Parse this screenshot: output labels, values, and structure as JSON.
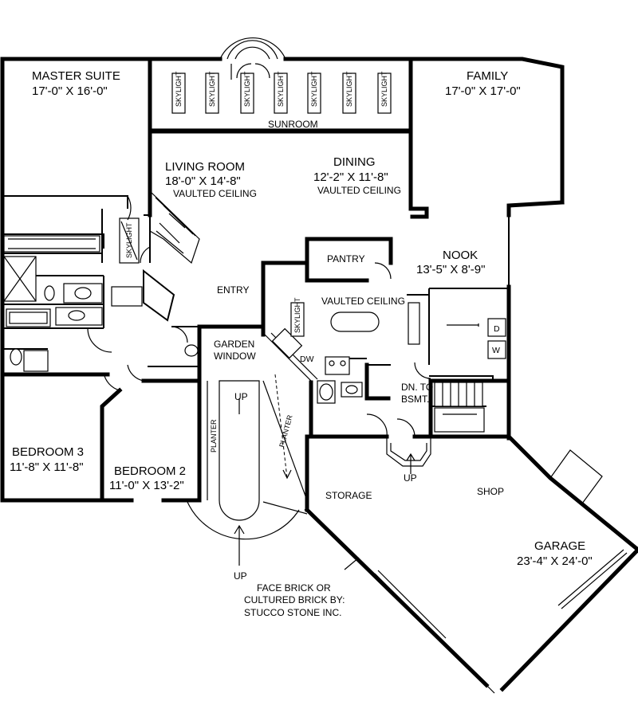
{
  "rooms": {
    "master_suite": {
      "name": "MASTER SUITE",
      "dims": "17'-0\" X 16'-0\""
    },
    "family": {
      "name": "FAMILY",
      "dims": "17'-0\" X 17'-0\""
    },
    "sunroom": {
      "name": "SUNROOM"
    },
    "living_room": {
      "name": "LIVING ROOM",
      "dims": "18'-0\" X 14'-8\"",
      "note": "VAULTED CEILING"
    },
    "dining": {
      "name": "DINING",
      "dims": "12'-2\" X 11'-8\"",
      "note": "VAULTED CEILING"
    },
    "pantry": {
      "name": "PANTRY"
    },
    "nook": {
      "name": "NOOK",
      "dims": "13'-5\" X 8'-9\""
    },
    "kitchen": {
      "note": "VAULTED CEILING"
    },
    "entry": {
      "name": "ENTRY"
    },
    "garden_window": {
      "line1": "GARDEN",
      "line2": "WINDOW"
    },
    "bedroom3": {
      "name": "BEDROOM 3",
      "dims": "11'-8\" X 11'-8\""
    },
    "bedroom2": {
      "name": "BEDROOM 2",
      "dims": "11'-0\" X 13'-2\""
    },
    "storage": {
      "name": "STORAGE"
    },
    "shop": {
      "name": "SHOP"
    },
    "garage": {
      "name": "GARAGE",
      "dims": "23'-4\" X 24'-0\""
    }
  },
  "labels": {
    "skylight": "SKYLIGHT",
    "planter": "PLANTER",
    "dw": "DW",
    "up": "UP",
    "dn_to_bsmt_line1": "DN. TO",
    "dn_to_bsmt_line2": "BSMT.",
    "dryer": "D",
    "washer": "W",
    "note_line1": "FACE BRICK OR",
    "note_line2": "CULTURED BRICK BY:",
    "note_line3": "STUCCO STONE INC."
  }
}
